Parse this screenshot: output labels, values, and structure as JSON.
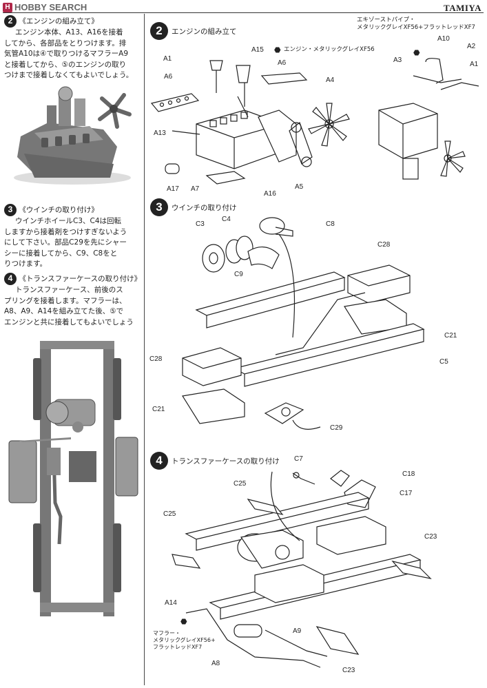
{
  "watermark": {
    "text": "HOBBY SEARCH"
  },
  "brand": {
    "text": "TAMIYA"
  },
  "left_col": {
    "step2": {
      "num": "2",
      "lines": [
        "《エンジンの組み立て》",
        "エンジン本体、A13、A16を接着",
        "してから、各部品をとりつけます。排",
        "気管A10は④で取りつけるマフラーA9",
        "と接着してから、⑤のエンジンの取り",
        "つけまで接着しなくてもよいでしょう。"
      ]
    },
    "step3": {
      "num": "3",
      "lines": [
        "《ウインチの取り付け》",
        "ウインチホイールC3、C4は回転",
        "しますから接着剤をつけすぎないよう",
        "にして下さい。部品C29を先にシャー",
        "シーに接着してから、C9、C8をと",
        "りつけます。"
      ]
    },
    "step4": {
      "num": "4",
      "lines": [
        "《トランスファーケースの取り付け》",
        "トランスファーケース、前後のス",
        "プリングを接着します。マフラーは、",
        "A8、A9、A14を組み立てた後、⑤で",
        "エンジンと共に接着してもよいでしょう"
      ]
    }
  },
  "step2": {
    "num": "2",
    "title": "エンジンの組み立て",
    "paint_main": "エンジン・メタリックグレイXF56",
    "paint_exhaust": [
      "エキゾーストパイプ・",
      "メタリックグレイXF56+フラットレッドXF7"
    ],
    "labels": {
      "A1a": "A1",
      "A15": "A15",
      "A6a": "A6",
      "A4": "A4",
      "A6b": "A6",
      "A13": "A13",
      "A17": "A17",
      "A7": "A7",
      "A16": "A16",
      "A5": "A5",
      "A10": "A10",
      "A2": "A2",
      "A3": "A3",
      "A1b": "A1"
    }
  },
  "step3": {
    "num": "3",
    "title": "ウインチの取り付け",
    "labels": {
      "C3": "C3",
      "C4": "C4",
      "C8": "C8",
      "C9": "C9",
      "C28a": "C28",
      "C21a": "C21",
      "C28b": "C28",
      "C5": "C5",
      "C21b": "C21",
      "C29": "C29"
    }
  },
  "step4": {
    "num": "4",
    "title": "トランスファーケースの取り付け",
    "paint_muffler": [
      "マフラー・",
      "メタリックグレイXF56+",
      "フラットレッドXF7"
    ],
    "labels": {
      "C7": "C7",
      "C18": "C18",
      "C25a": "C25",
      "C17": "C17",
      "C25b": "C25",
      "C23a": "C23",
      "A14": "A14",
      "A9": "A9",
      "A8": "A8",
      "C23b": "C23"
    }
  }
}
